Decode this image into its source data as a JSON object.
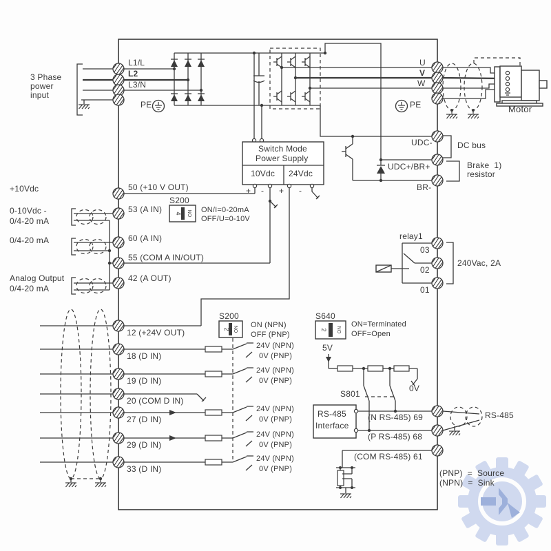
{
  "input": {
    "phase1": "3 Phase",
    "phase2": "power",
    "phase3": "input",
    "l1": "L1/L",
    "l2": "L2",
    "l3": "L3/N",
    "pe": "PE"
  },
  "output": {
    "u": "U",
    "v": "V",
    "w": "W",
    "pe": "PE",
    "motor": "Motor"
  },
  "dc": {
    "udc_minus": "UDC-",
    "udc_plus": "UDC+/BR+",
    "br_minus": "BR-",
    "dc_bus": "DC bus",
    "brake_line1": "Brake  1)",
    "brake_line2": "resistor"
  },
  "smps": {
    "line1": "Switch Mode",
    "line2": "Power Supply",
    "v10": "10Vdc",
    "v24": "24Vdc",
    "plus": "+",
    "minus": "-"
  },
  "analog": {
    "plus10": "+10Vdc",
    "t50": "50 (+10 V OUT)",
    "t53": "53 (A IN)",
    "t60": "60 (A IN)",
    "t55": "55 (COM A IN/OUT)",
    "t42": "42 (A OUT)",
    "in53_line1": "0-10Vdc -",
    "in53_line2": "0/4-20 mA",
    "in60": "0/4-20 mA",
    "out42_line1": "Analog Output",
    "out42_line2": "0/4-20 mA",
    "s200_label": "S200",
    "s200_pos": "4",
    "s200_on": "ON",
    "s200_line1": "ON/I=0-20mA",
    "s200_line2": "OFF/U=0-10V"
  },
  "relay": {
    "label": "relay1",
    "t03": "03",
    "t02": "02",
    "t01": "01",
    "rating": "240Vac, 2A"
  },
  "digital": {
    "t12": "12 (+24V OUT)",
    "t18": "18 (D IN)",
    "t19": "19 (D IN)",
    "t20": "20 (COM D IN)",
    "t27": "27 (D IN)",
    "t29": "29 (D IN)",
    "t33": "33 (D IN)",
    "s200_label": "S200",
    "s200_pos": "2",
    "s200_on": "ON",
    "s200_line1": "ON (NPN)",
    "s200_line2": "OFF (PNP)",
    "npn": "24V (NPN)",
    "pnp": "0V (PNP)"
  },
  "bus": {
    "s640_label": "S640",
    "s640_pos": "2",
    "s640_on": "ON",
    "s640_line1": "ON=Terminated",
    "s640_line2": "OFF=Open",
    "v5": "5V",
    "v0": "0V",
    "s801": "S801",
    "iface_line1": "RS-485",
    "iface_line2": "Interface",
    "t69": "(N RS-485) 69",
    "t68": "(P RS-485) 68",
    "t61": "(COM RS-485) 61",
    "cable": "RS-485"
  },
  "legend": {
    "pnp": "(PNP)  =  Source",
    "npn": "(NPN)  =  Sink"
  },
  "colors": {
    "line": "#3a3a3a",
    "watermark_light": "#ccd6ee",
    "watermark_mid": "#93a8d8"
  }
}
